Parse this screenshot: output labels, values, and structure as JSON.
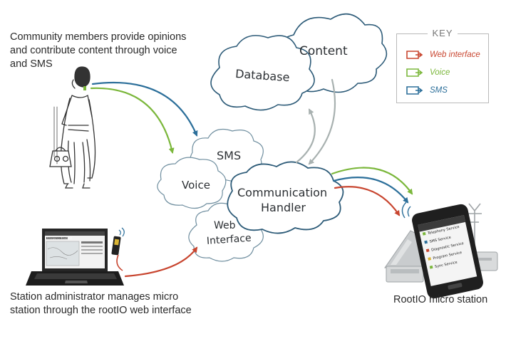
{
  "captions": {
    "community": "Community members provide opinions and contribute content through voice and SMS",
    "admin": "Station administrator manages micro station through the rootIO web interface",
    "rootio": "RootIO micro station"
  },
  "clouds": {
    "content": "Content",
    "database": "Database",
    "sms": "SMS",
    "voice": "Voice",
    "comm_line1": "Communication",
    "comm_line2": "Handler",
    "web_line1": "Web",
    "web_line2": "Interface"
  },
  "key": {
    "title": "KEY",
    "items": [
      {
        "label": "Web interface",
        "color": "#c8452f"
      },
      {
        "label": "Voice",
        "color": "#7bb73b"
      },
      {
        "label": "SMS",
        "color": "#2c6f9a"
      }
    ]
  },
  "phone_menu": [
    "Telephony Service",
    "SMS Service",
    "Diagnostic Service",
    "Program Service",
    "Sync Service"
  ],
  "laptop_screen_title": "Emergency Broadcast",
  "colors": {
    "web": "#c8452f",
    "voice": "#7bb73b",
    "sms": "#2c6f9a",
    "gray_arrow": "#a8b1b0",
    "cloud_outline": "#2d5b78"
  }
}
